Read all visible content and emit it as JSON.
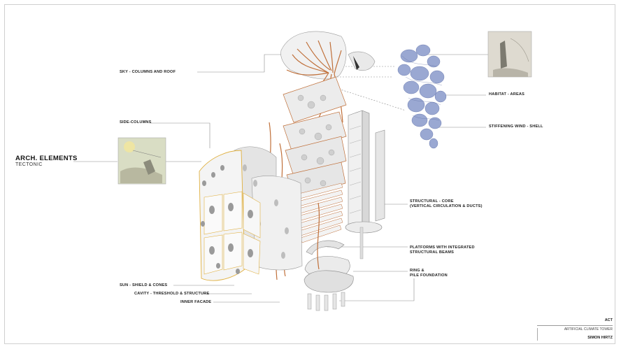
{
  "sheet": {
    "title": "ARCH. ELEMENTS",
    "subtitle": "TECTONIC"
  },
  "labels": {
    "sky_columns_roof": "SKY - COLUMNS AND ROOF",
    "side_columns": "SIDE-COLUMNS",
    "habitat_areas": "HABITAT - AREAS",
    "stiffening_wind_shell": "STIFFENING WIND - SHELL",
    "structural_core_1": "STRUCTURAL - CORE",
    "structural_core_2": "(VERTICAL CIRCULATION & DUCTS)",
    "platforms_1": "PLATFORMS WITH INTEGRATED",
    "platforms_2": "STRUCTURAL BEAMS",
    "ring_1": "RING &",
    "ring_2": "PILE FOUNDATION",
    "sun_shield": "SUN - SHIELD & CONES",
    "cavity": "CAVITY - THRESHOLD & STRUCTURE",
    "inner_facade": "INNER FACADE"
  },
  "title_block": {
    "act": "ACT",
    "project": "ARTIFICIAL CLIMATE TOWER",
    "author": "SIMON HIRTZ"
  },
  "colors": {
    "frame": "#d0d0d0",
    "leader": "#888888",
    "copper": "#c0703a",
    "facade_outline": "#e0b040",
    "habitat": "#8c9ccc",
    "grey_element": "#cfcfcf"
  }
}
